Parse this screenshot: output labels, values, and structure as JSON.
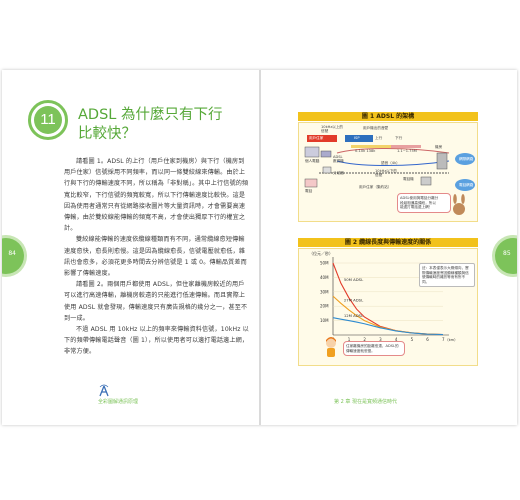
{
  "left_page": {
    "chapter_number": "11",
    "title_line1": "ADSL 為什麼只有下行",
    "title_line2": "比較快？",
    "page_number": "84",
    "footer_book": "全彩圖解通訊原理",
    "paragraphs": [
      "請看圖 1。ADSL 的上行（用戶住家到機房）與下行（機房到用戶住家）信號採用不同頻率，而以同一條雙絞線來傳輸。由於上行與下行的傳輸速度不同，所以稱為「非對稱」。其中上行信號的頻寬比較窄，下行信號的頻寬較寬，所以下行傳輸速度比較快。這是因為使用者通常只有從網路接收圖片等大量資訊時，才會需要高速傳輸，由於雙絞線能傳輸的頻寬不高，才會使出獨厚下行的權宜之計。",
      "雙絞線能傳輸的速度依纜線種類而有不同，通常纜線愈短傳輸速度愈快，愈長則愈慢。這是因為纜線愈長，信號電壓就愈低，雜訊也會愈多，必須花更多時間去分辨信號是 1 或 0。傳輸品質差而影響了傳輸速度。",
      "請看圖 2。兩個用戶都使用 ADSL，但住家離機房較近的用戶可以進行高速傳輸，離機房較遠的只能進行低速傳輸。而且實際上使用 ADSL 就會發現，傳輸速度只有廣告規格的幾分之一，甚至不到一成。",
      "不過 ADSL 用 10kHz 以上的頻率來傳輸資料信號，10kHz 以下的頻帶傳輸電話聲音（圖 1），所以使用者可以邊打電話邊上網，非常方便。"
    ]
  },
  "right_page": {
    "page_number": "85",
    "footer_chapter": "第 2 章  現在是寬頻通信時代",
    "figure1": {
      "title": "圖 1  ADSL 的架構",
      "labels": {
        "voice_band": "10kHz以上的\n信號",
        "freq_header": "用戶機出的音壁",
        "up": "上行",
        "down": "下行",
        "user_home": "用戶住家",
        "isp": "ISP",
        "adsl_modem": "ADSL\n數據機",
        "splitter": "分歧器",
        "telephone": "電話",
        "pc": "個人電腦",
        "line": "電話機",
        "freq_a": "0-10k  138k",
        "freq_b": "1.1~1.75M",
        "voice": "語音（4k）",
        "low_freq": "10kHz以下的\n信號",
        "office": "用戶住家（集約站）",
        "net": "網際網路",
        "phone_net": "電話網路",
        "station": "機房",
        "bubble": "ADSL使用與電話分離分\n段組相通高頻段，所以\n能邊打電話邊上網！"
      }
    },
    "figure2": {
      "title": "圖 2  纜線長度與傳輸速度的關係",
      "note": "註：本表僅表示大概傾向，實際傳輸速度會因纜線種類與信號傳輸時的雜訊等而有所不同。",
      "speech": "住家離機房的距離愈遠，ADSL的傳輸速度就愈慢。"
    }
  },
  "chart_data": {
    "type": "line",
    "title": "",
    "xlabel": "纜線長度",
    "ylabel": "（位元／秒）",
    "x_unit": "（km）",
    "x_ticks": [
      "0",
      "1",
      "2",
      "3",
      "4",
      "5",
      "6",
      "7"
    ],
    "y_ticks": [
      "10M",
      "20M",
      "30M",
      "40M",
      "50M"
    ],
    "xlim": [
      0,
      7
    ],
    "ylim": [
      0,
      50
    ],
    "series": [
      {
        "name": "50M ADSL",
        "x": [
          0,
          0.5,
          1,
          1.5,
          2,
          3,
          4,
          5,
          6,
          7
        ],
        "values": [
          50,
          36,
          26,
          18,
          12.5,
          6,
          3,
          1.5,
          0.7,
          0.3
        ]
      },
      {
        "name": "27M ADSL",
        "x": [
          0,
          0.5,
          1,
          1.5,
          2,
          3,
          4,
          5,
          6,
          7
        ],
        "values": [
          27,
          22,
          17.5,
          13.5,
          10,
          5.5,
          3,
          1.5,
          0.7,
          0.3
        ]
      },
      {
        "name": "12M ADSL",
        "x": [
          0,
          0.5,
          1,
          1.5,
          2,
          3,
          4,
          5,
          6,
          7
        ],
        "values": [
          12,
          11,
          10,
          9,
          7.8,
          5,
          2.8,
          1.4,
          0.6,
          0.3
        ]
      }
    ],
    "colors": [
      "#e23b2a",
      "#f0a020",
      "#2e8bd0"
    ]
  }
}
